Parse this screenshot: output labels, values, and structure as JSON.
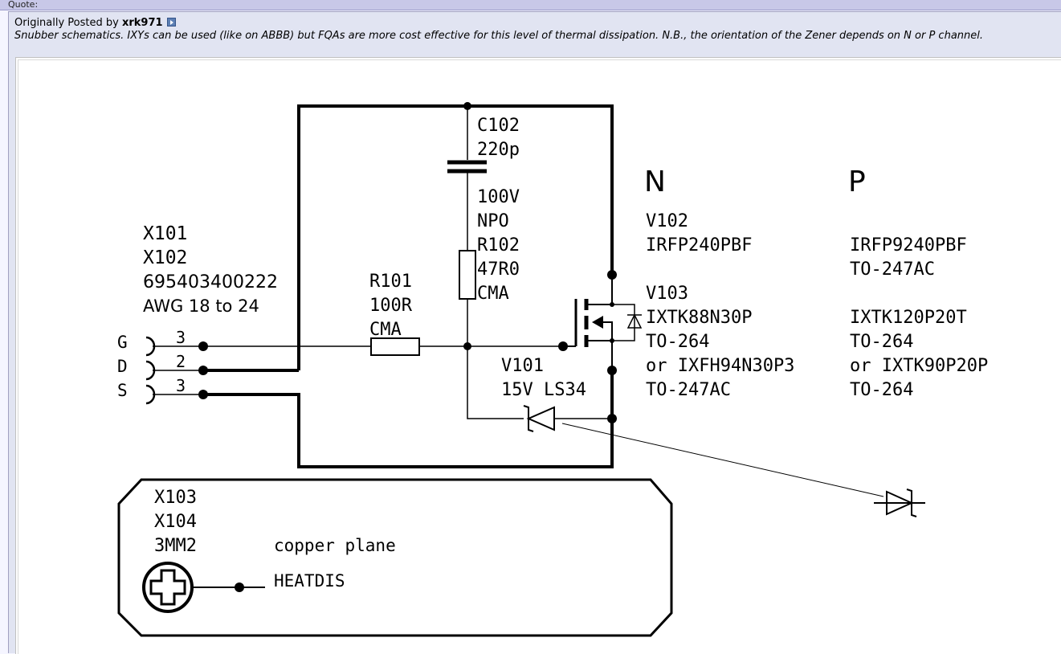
{
  "quote_label": "Quote:",
  "post": {
    "prefix": "Originally Posted by",
    "author": "xrk971",
    "message": "Snubber schematics. IXYs can be used (like on ABBB) but FQAs are more cost effective for this level of thermal dissipation. N.B., the orientation of the Zener depends on N or P channel."
  },
  "schematic": {
    "connector": {
      "refs": [
        "X101",
        "X102"
      ],
      "part": "695403400222",
      "wire": "AWG 18 to 24",
      "pins": [
        {
          "name": "G",
          "num": "3"
        },
        {
          "name": "D",
          "num": "2"
        },
        {
          "name": "S",
          "num": "3"
        }
      ]
    },
    "c102": {
      "ref": "C102",
      "value": "220p",
      "rating": "100V",
      "dielectric": "NPO"
    },
    "r102": {
      "ref": "R102",
      "value": "47R0",
      "type": "CMA"
    },
    "r101": {
      "ref": "R101",
      "value": "100R",
      "type": "CMA"
    },
    "v101": {
      "ref": "V101",
      "value": "15V LS34"
    },
    "n_channel": {
      "heading": "N",
      "v102_ref": "V102",
      "v102_part": "IRFP240PBF",
      "v103_ref": "V103",
      "v103_part": "IXTK88N30P",
      "v103_pkg": "TO-264",
      "v103_alt": "or IXFH94N30P3",
      "v103_alt_pkg": "TO-247AC"
    },
    "p_channel": {
      "heading": "P",
      "v102_part": "IRFP9240PBF",
      "v102_pkg": "TO-247AC",
      "v103_part": "IXTK120P20T",
      "v103_pkg": "TO-264",
      "v103_alt": "or IXTK90P20P",
      "v103_alt_pkg": "TO-264"
    },
    "heatsink": {
      "refs": [
        "X103",
        "X104"
      ],
      "size": "3MM2",
      "plane": "copper plane",
      "net": "HEATDIS"
    }
  }
}
